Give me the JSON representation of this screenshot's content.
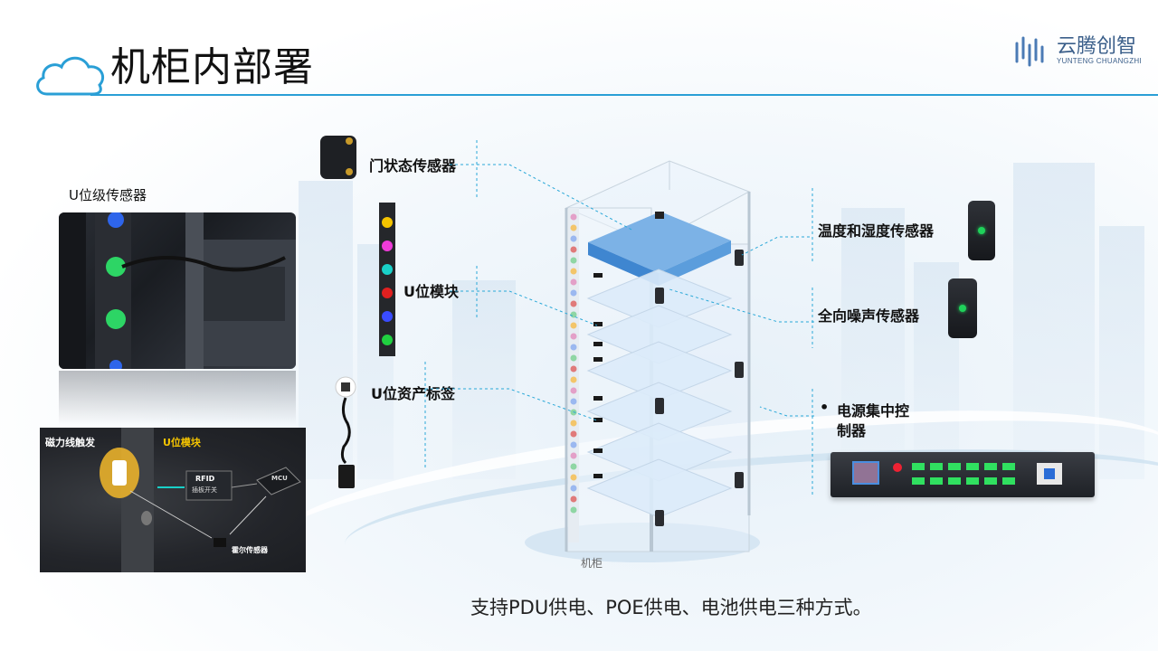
{
  "header": {
    "title": "机柜内部署",
    "logo_name": "云腾创智",
    "logo_sub": "YUNTENG CHUANGZHI"
  },
  "left": {
    "u_sensor_label": "U位级传感器",
    "diagram": {
      "magnetic_label": "磁力线触发",
      "module_label": "U位模块",
      "rfid_label": "RFID",
      "rfid_sub": "插板开关",
      "mcu_label": "MCU",
      "hall_label": "霍尔传感器"
    }
  },
  "center": {
    "door_sensor": "门状态传感器",
    "u_module": "U位模块",
    "u_asset_tag": "U位资产标签",
    "cabinet": "机柜"
  },
  "right": {
    "temp_humidity": "温度和湿度传感器",
    "noise": "全向噪声传感器",
    "power_bullet": "•",
    "power_line1": "电源集中控",
    "power_line2": "制器"
  },
  "footer": {
    "caption": "支持PDU供电、POE供电、电池供电三种方式。"
  },
  "colors": {
    "accent": "#2a9fd6",
    "module_yellow": "#f5c400",
    "led_green": "#1fd15a"
  }
}
